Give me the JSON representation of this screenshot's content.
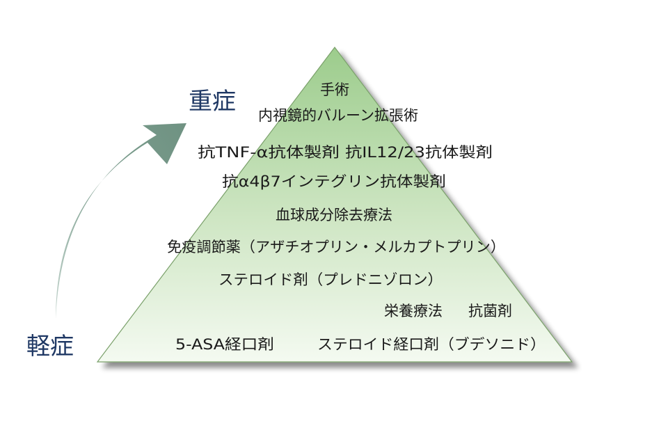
{
  "severity": {
    "severe": "重症",
    "mild": "軽症"
  },
  "pyramid": {
    "tiers": [
      "手術",
      "内視鏡的バルーン拡張術",
      "抗TNF-α抗体製剤",
      "抗IL12/23抗体製剤",
      "抗α4β7インテグリン抗体製剤",
      "血球成分除去療法",
      "免疫調節薬（アザチオプリン・メルカプトプリン）",
      "ステロイド剤（プレドニゾロン）",
      "栄養療法",
      "抗菌剤",
      "5-ASA経口剤",
      "ステロイド経口剤（ブデソニド）"
    ]
  },
  "colors": {
    "pyramid_top": "#9ccc8c",
    "pyramid_bottom": "#f4faf1",
    "pyramid_stroke": "#7aa06a",
    "arrow_fill": "#7fa090",
    "severity_text": "#1f3864"
  }
}
